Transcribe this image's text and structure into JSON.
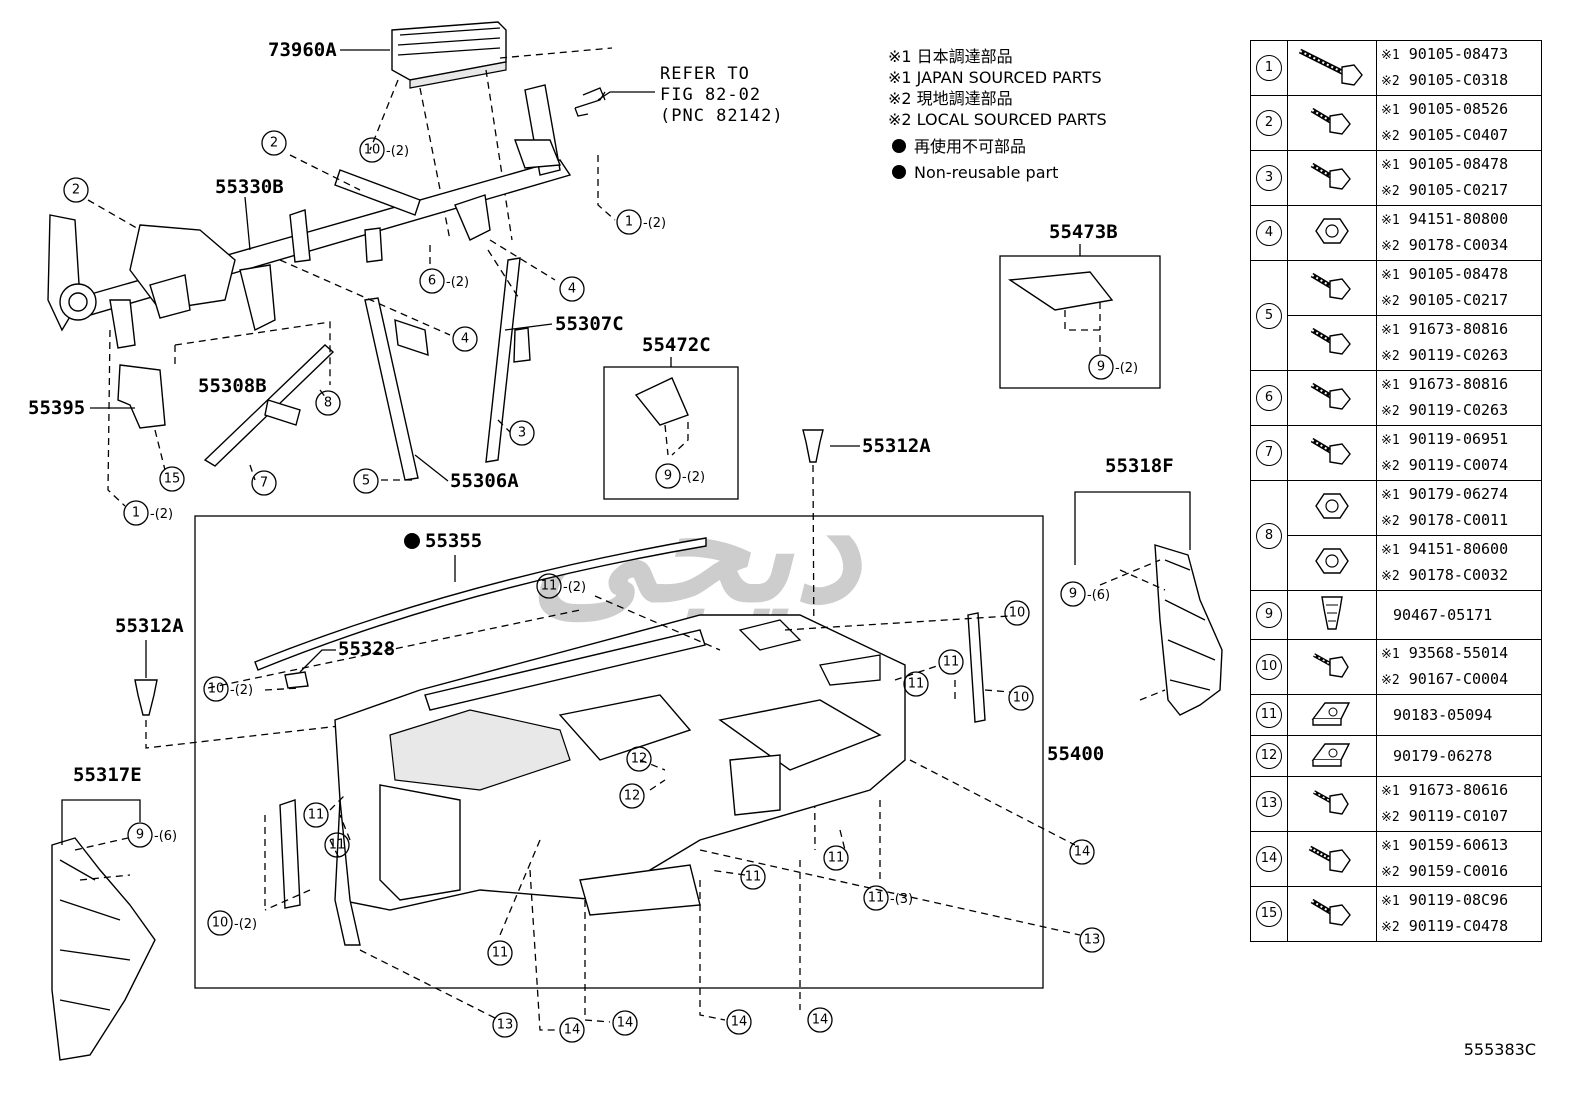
{
  "notes": {
    "line1": "※1 日本調達部品",
    "line2": "※1 JAPAN SOURCED PARTS",
    "line3": "※2 現地調達部品",
    "line4": "※2 LOCAL SOURCED PARTS",
    "line5": "再使用不可部品",
    "line6": "Non-reusable part"
  },
  "refer": {
    "line1": "REFER TO",
    "line2": "FIG 82-02",
    "line3": "(PNC 82142)"
  },
  "parts": {
    "p73960A": "73960A",
    "p55330B": "55330B",
    "p55307C": "55307C",
    "p55308B": "55308B",
    "p55395": "55395",
    "p55306A": "55306A",
    "p55472C": "55472C",
    "p55473B": "55473B",
    "p55312A_a": "55312A",
    "p55312A_b": "55312A",
    "p55318F": "55318F",
    "p55355": "55355",
    "p55328": "55328",
    "p55400": "55400",
    "p55317E": "55317E"
  },
  "callouts": {
    "n1": "1",
    "n2": "2",
    "n3": "3",
    "n4": "4",
    "n5": "5",
    "n6": "6",
    "n7": "7",
    "n8": "8",
    "n9": "9",
    "n10": "10",
    "n11": "11",
    "n13": "13",
    "n14": "14",
    "n15": "15",
    "n12": "12"
  },
  "qty": {
    "q2": "-(2)",
    "q3": "-(3)",
    "q6": "-(6)"
  },
  "watermark": "دیجی",
  "fasteners": [
    {
      "num": "1",
      "mark1": "※1",
      "pn1": "90105-08473",
      "mark2": "※2",
      "pn2": "90105-C0318",
      "icon": "long-bolt-icon"
    },
    {
      "num": "2",
      "mark1": "※1",
      "pn1": "90105-08526",
      "mark2": "※2",
      "pn2": "90105-C0407",
      "icon": "bolt-icon"
    },
    {
      "num": "3",
      "mark1": "※1",
      "pn1": "90105-08478",
      "mark2": "※2",
      "pn2": "90105-C0217",
      "icon": "bolt-icon"
    },
    {
      "num": "4",
      "mark1": "※1",
      "pn1": "94151-80800",
      "mark2": "※2",
      "pn2": "90178-C0034",
      "icon": "nut-icon"
    },
    {
      "num": "5",
      "mark1": "※1",
      "pn1": "90105-08478",
      "mark2": "※2",
      "pn2": "90105-C0217",
      "icon": "bolt-icon"
    },
    {
      "num": "",
      "mark1": "※1",
      "pn1": "91673-80816",
      "mark2": "※2",
      "pn2": "90119-C0263",
      "icon": "bolt-icon"
    },
    {
      "num": "6",
      "mark1": "※1",
      "pn1": "91673-80816",
      "mark2": "※2",
      "pn2": "90119-C0263",
      "icon": "bolt-icon"
    },
    {
      "num": "7",
      "mark1": "※1",
      "pn1": "90119-06951",
      "mark2": "※2",
      "pn2": "90119-C0074",
      "icon": "bolt-icon"
    },
    {
      "num": "8",
      "mark1": "※1",
      "pn1": "90179-06274",
      "mark2": "※2",
      "pn2": "90178-C0011",
      "icon": "nut-icon"
    },
    {
      "num": "",
      "mark1": "※1",
      "pn1": "94151-80600",
      "mark2": "※2",
      "pn2": "90178-C0032",
      "icon": "nut-icon"
    },
    {
      "num": "9",
      "mark1": "",
      "pn1": "90467-05171",
      "mark2": "",
      "pn2": "",
      "icon": "clip-icon"
    },
    {
      "num": "10",
      "mark1": "※1",
      "pn1": "93568-55014",
      "mark2": "※2",
      "pn2": "90167-C0004",
      "icon": "screw-icon"
    },
    {
      "num": "11",
      "mark1": "",
      "pn1": "90183-05094",
      "mark2": "",
      "pn2": "",
      "icon": "u-nut-icon"
    },
    {
      "num": "12",
      "mark1": "",
      "pn1": "90179-06278",
      "mark2": "",
      "pn2": "",
      "icon": "u-nut-icon"
    },
    {
      "num": "13",
      "mark1": "※1",
      "pn1": "91673-80616",
      "mark2": "※2",
      "pn2": "90119-C0107",
      "icon": "screw-icon"
    },
    {
      "num": "14",
      "mark1": "※1",
      "pn1": "90159-60613",
      "mark2": "※2",
      "pn2": "90159-C0016",
      "icon": "tapping-screw-icon"
    },
    {
      "num": "15",
      "mark1": "※1",
      "pn1": "90119-08C96",
      "mark2": "※2",
      "pn2": "90119-C0478",
      "icon": "bolt-icon"
    }
  ],
  "illustration_code": "555383C"
}
